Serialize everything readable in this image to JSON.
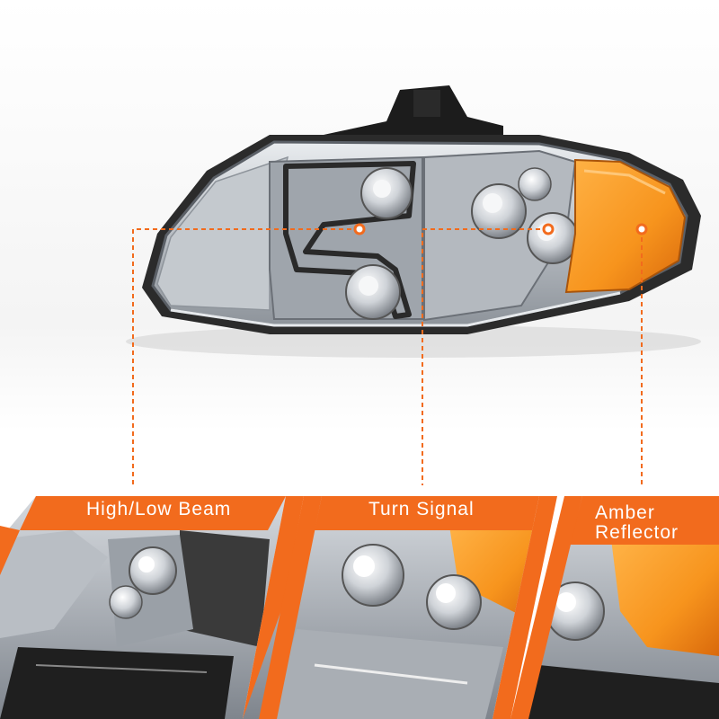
{
  "callouts": [
    {
      "label": "High/Low Beam"
    },
    {
      "label": "Turn Signal"
    },
    {
      "label_line1": "Amber",
      "label_line2": "Reflector"
    }
  ],
  "colors": {
    "accent": "#f26b1d",
    "amber": "#f7941d",
    "chrome": "#c8ccd0",
    "lens_dark": "#7a7f86",
    "background": "#ffffff"
  },
  "product": {
    "image_subject": "headlight assembly with chrome housing and amber corner reflector"
  }
}
